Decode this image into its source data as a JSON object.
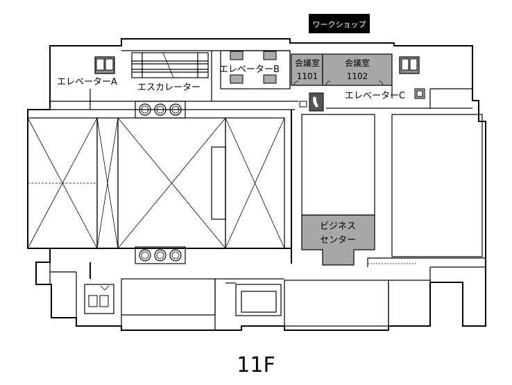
{
  "map": {
    "floor_label": "11F",
    "workshop": {
      "label": "ワークショップ",
      "bg": "#000000",
      "fg": "#ffffff"
    },
    "rooms": {
      "meeting_1101": {
        "name": "会議室",
        "number": "1101",
        "fill": "#a8a8a8"
      },
      "meeting_1102": {
        "name": "会議室",
        "number": "1102",
        "fill": "#a8a8a8"
      },
      "business_center": {
        "line1": "ビジネス",
        "line2": "センター",
        "fill": "#a8a8a8"
      }
    },
    "labels": {
      "elevator_a": "エレベーターA",
      "elevator_b": "エレベーターB",
      "elevator_c": "エレベーターC",
      "escalator": "エスカレーター"
    },
    "icons": {
      "phone": "phone-icon"
    }
  }
}
